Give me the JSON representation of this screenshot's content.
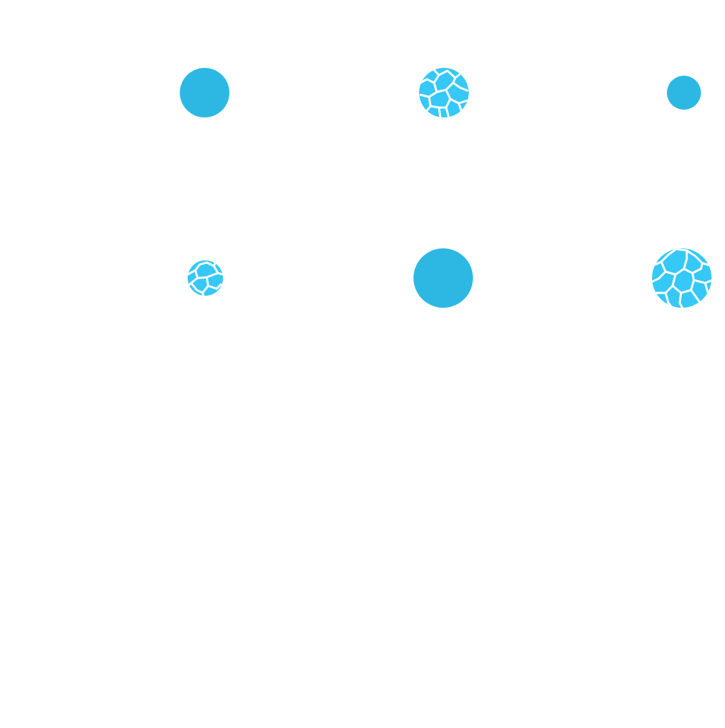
{
  "colors": {
    "background": "#ffffff",
    "solid_dot": "#2db8e4",
    "cracked_dot_fill": "#36c8f6",
    "crack_lines": "#ffffff"
  },
  "grid": {
    "rows": 2,
    "columns": 3
  },
  "dots": [
    {
      "row": 1,
      "column": 1,
      "style": "solid",
      "size": "medium"
    },
    {
      "row": 1,
      "column": 2,
      "style": "cracked",
      "size": "medium"
    },
    {
      "row": 1,
      "column": 3,
      "style": "solid",
      "size": "small"
    },
    {
      "row": 2,
      "column": 1,
      "style": "cracked",
      "size": "small"
    },
    {
      "row": 2,
      "column": 2,
      "style": "solid",
      "size": "large"
    },
    {
      "row": 2,
      "column": 3,
      "style": "cracked",
      "size": "large"
    }
  ]
}
